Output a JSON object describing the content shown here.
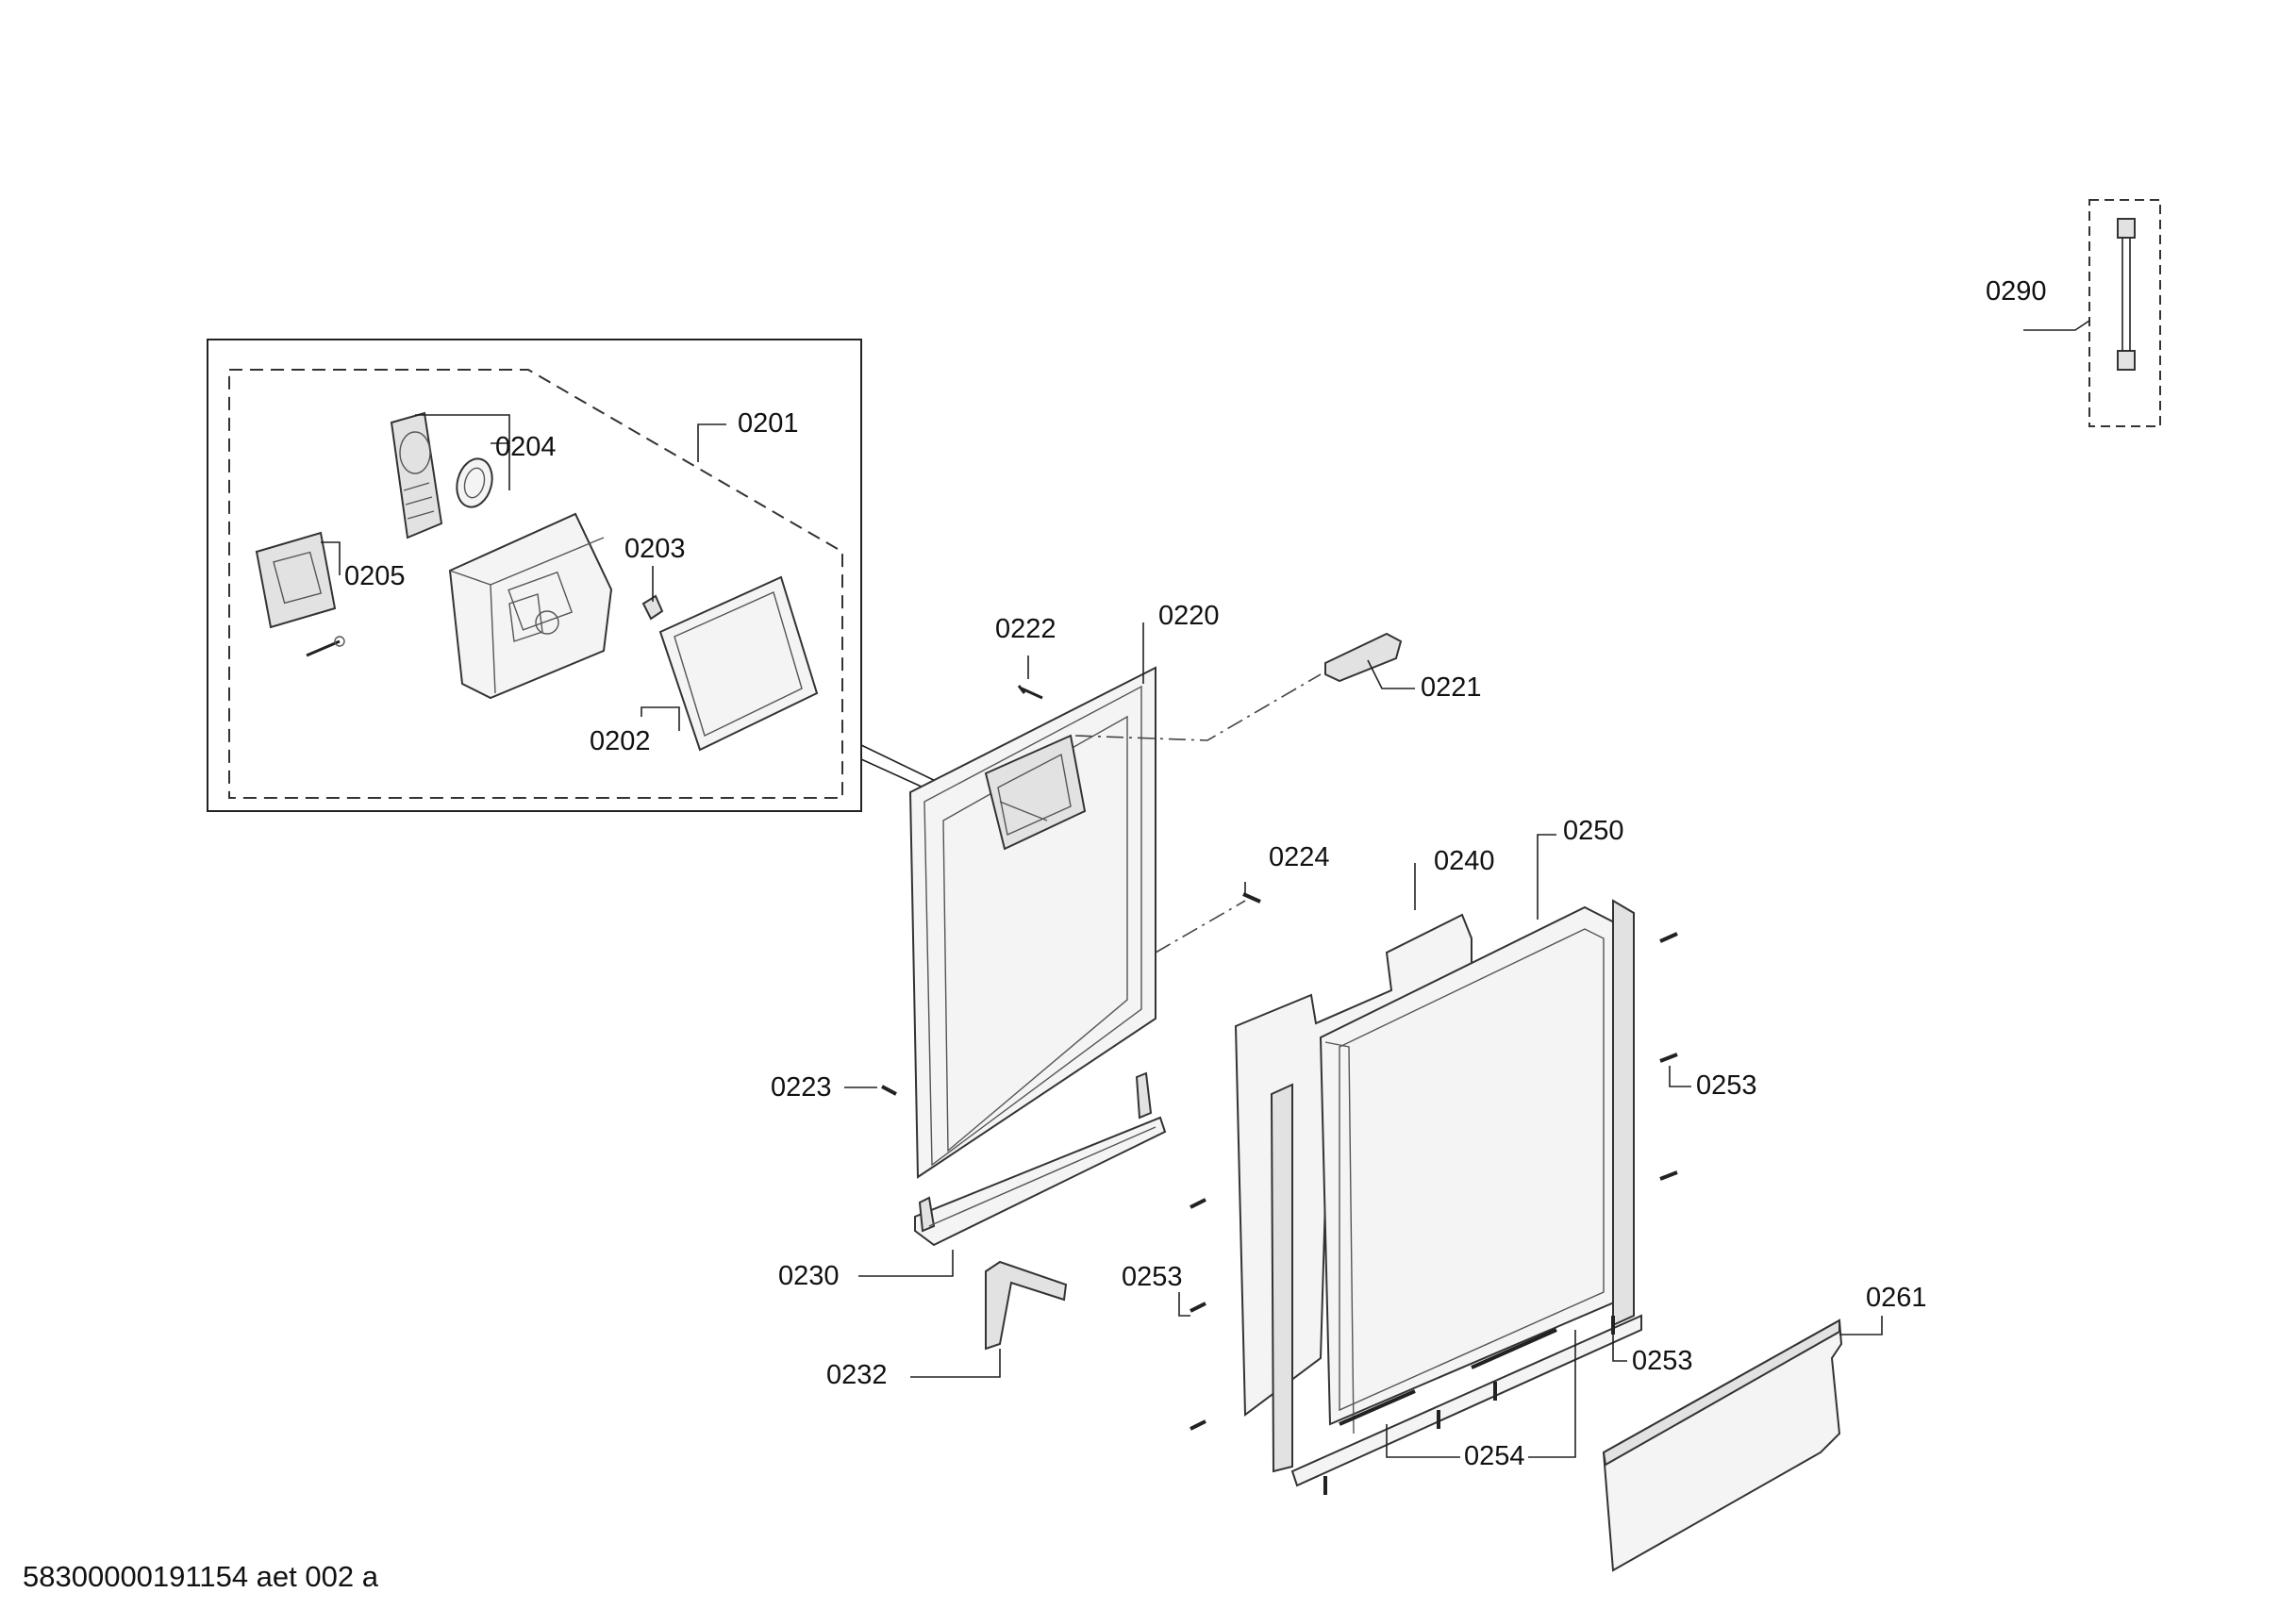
{
  "document_id": "58300000191154 aet 002 a",
  "callouts": {
    "c0201": "0201",
    "c0202": "0202",
    "c0203": "0203",
    "c0204": "0204",
    "c0205": "0205",
    "c0220": "0220",
    "c0221": "0221",
    "c0222": "0222",
    "c0223": "0223",
    "c0224": "0224",
    "c0230": "0230",
    "c0232": "0232",
    "c0240": "0240",
    "c0250": "0250",
    "c0253a": "0253",
    "c0253b": "0253",
    "c0253c": "0253",
    "c0254": "0254",
    "c0261": "0261",
    "c0290": "0290"
  }
}
